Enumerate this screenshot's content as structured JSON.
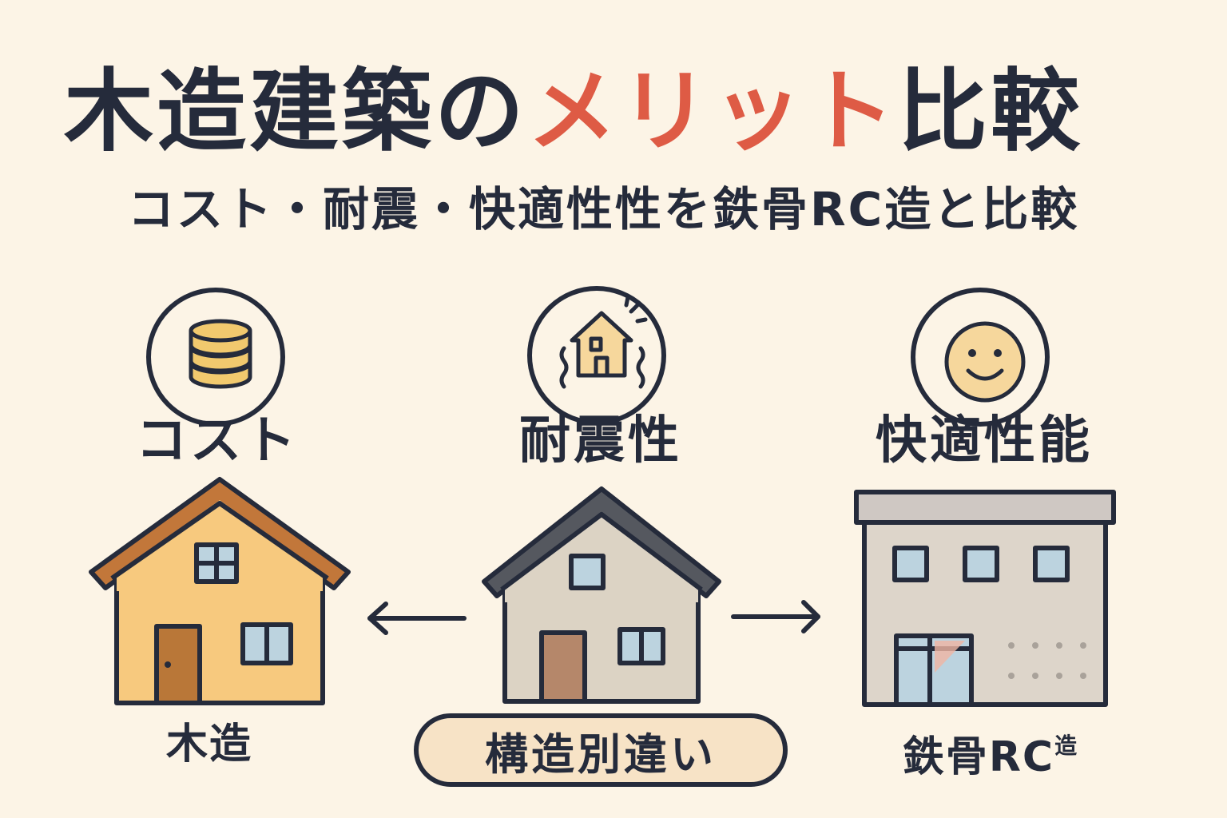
{
  "title": {
    "part1": "木造建築の",
    "accent": "メリット",
    "part2": "比較"
  },
  "subtitle": "コスト・耐震・快適性性を鉄骨RC造と比較",
  "icons": [
    {
      "name": "coin-stack-icon",
      "label": "コスト"
    },
    {
      "name": "shaking-house-icon",
      "label": "耐震性"
    },
    {
      "name": "smiley-face-icon",
      "label": "快適性能"
    }
  ],
  "buildings": {
    "wood": {
      "caption": "木造"
    },
    "rc": {
      "caption_main": "鉄骨RC",
      "caption_sup": "造"
    }
  },
  "pill_label": "構造別違い",
  "colors": {
    "background": "#fcf4e6",
    "ink": "#252b3b",
    "accent": "#de5b45",
    "wood_wall": "#f7c97e",
    "wood_roof": "#c2773a",
    "door": "#b97738",
    "center_wall": "#dcd3c4",
    "center_roof": "#55585f",
    "rc_wall": "#ddd5ca",
    "window": "#bcd3df",
    "pill": "#f7e3c6"
  }
}
